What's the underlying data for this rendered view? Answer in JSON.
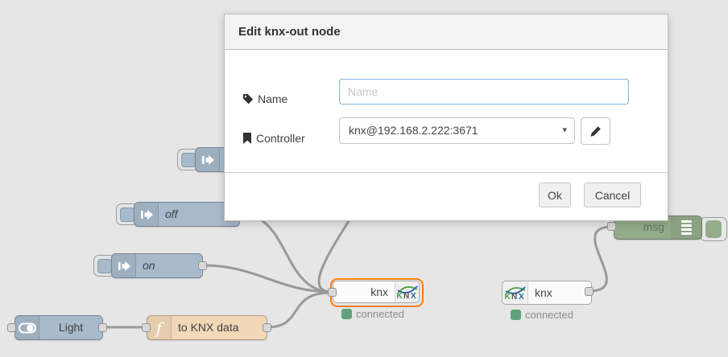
{
  "dialog": {
    "title": "Edit knx-out node",
    "fields": {
      "name": {
        "label": "Name",
        "placeholder": "Name",
        "value": ""
      },
      "controller": {
        "label": "Controller",
        "value": "knx@192.168.2.222:3671"
      }
    },
    "buttons": {
      "ok": "Ok",
      "cancel": "Cancel"
    }
  },
  "canvas": {
    "nodes": {
      "inject_off": {
        "label": "off"
      },
      "inject_on": {
        "label": "on"
      },
      "switch_light": {
        "label": "Light"
      },
      "function_to_knx": {
        "label": "to KNX data"
      },
      "knx_out": {
        "label": "knx",
        "status": "connected"
      },
      "knx_in": {
        "label": "knx",
        "status": "connected"
      },
      "debug_msg": {
        "label": "msg"
      }
    },
    "knx_logo": {
      "k": "K",
      "n": "N",
      "x": "X"
    }
  },
  "icons": {
    "caret_down": "▾"
  },
  "colors": {
    "selection_ring": "#ff7f0e",
    "status_connected": "#5fa27b",
    "inject_node": "#a8bacb",
    "function_node": "#f3d8b8",
    "debug_node": "#94ac8a",
    "knx_green": "#4a9c3f",
    "knx_blue": "#2d62a8",
    "wire": "#999999",
    "focus_border": "#85b3dd"
  }
}
